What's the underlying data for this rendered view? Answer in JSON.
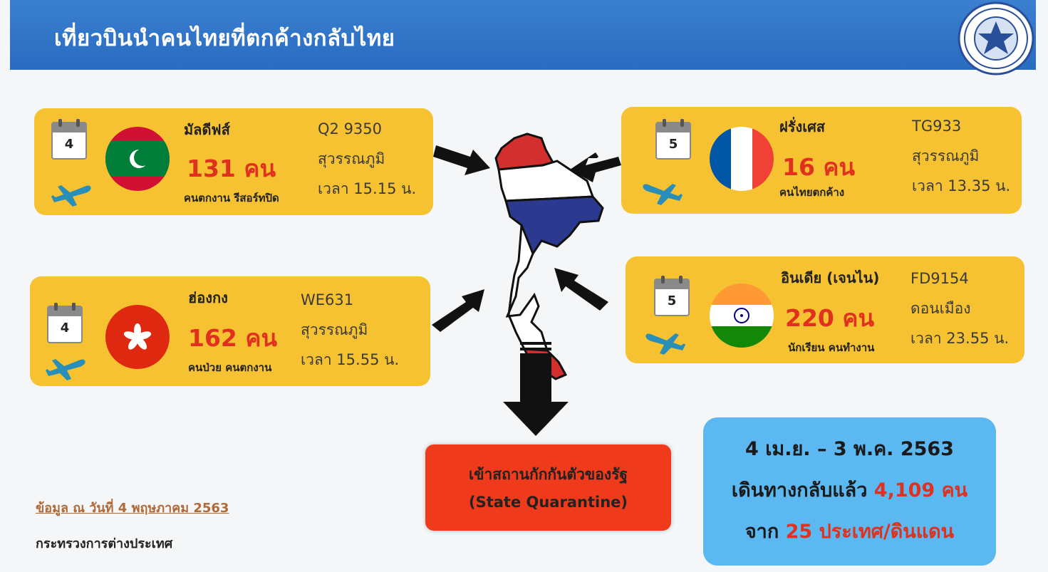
{
  "header": {
    "title": "เที่ยวบินนำคนไทยที่ตกค้างกลับไทย"
  },
  "flights": [
    {
      "country": "มัลดีฟส์",
      "day": "4",
      "count": "131 คน",
      "desc": "คนตกงาน รีสอร์ทปิด",
      "flight_no": "Q2 9350",
      "airport": "สุวรรณภูมิ",
      "time": "เวลา 15.15 น.",
      "flag_icon": "maldives-flag-icon"
    },
    {
      "country": "ฝรั่งเศส",
      "day": "5",
      "count": "16 คน",
      "desc": "คนไทยตกค้าง",
      "flight_no": "TG933",
      "airport": "สุวรรณภูมิ",
      "time": "เวลา 13.35 น.",
      "flag_icon": "france-flag-icon"
    },
    {
      "country": "ฮ่องกง",
      "day": "4",
      "count": "162 คน",
      "desc": "คนป่วย คนตกงาน",
      "flight_no": "WE631",
      "airport": "สุวรรณภูมิ",
      "time": "เวลา 15.55 น.",
      "flag_icon": "hong-kong-flag-icon"
    },
    {
      "country": "อินเดีย (เจนไน)",
      "day": "5",
      "count": "220 คน",
      "desc": "นักเรียน คนทำงาน",
      "flight_no": "FD9154",
      "airport": "ดอนเมือง",
      "time": "เวลา 23.55 น.",
      "flag_icon": "india-flag-icon"
    }
  ],
  "quarantine": {
    "line1": "เข้าสถานกักกันตัวของรัฐ",
    "line2": "(State Quarantine)"
  },
  "summary": {
    "period": "4 เม.ย. – 3 พ.ค. 2563",
    "returned_label": "เดินทางกลับแล้ว",
    "returned_value": "4,109 คน",
    "from_label": "จาก",
    "from_value": "25 ประเทศ/ดินแดน"
  },
  "footer": {
    "data_date": "ข้อมูล ณ วันที่ 4 พฤษภาคม 2563",
    "source": "กระทรวงการต่างประเทศ"
  },
  "colors": {
    "header": "#2a6cc0",
    "card": "#f6c232",
    "count_red": "#e0301e",
    "quarantine": "#f03a1c",
    "summary": "#5bb8f0"
  }
}
